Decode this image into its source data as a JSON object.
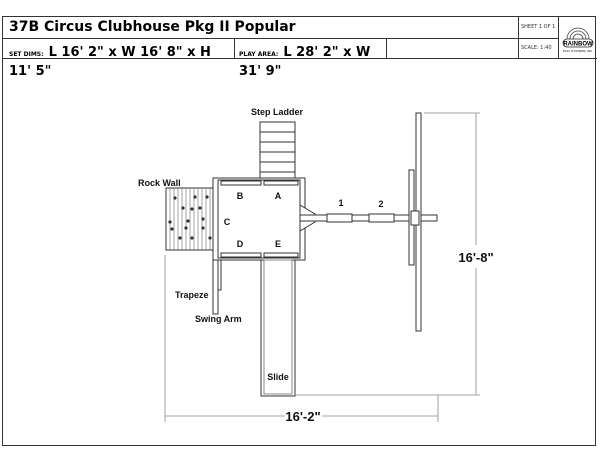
{
  "header": {
    "title": "37B Circus Clubhouse Pkg II Popular",
    "sheet": "SHEET 1 OF 1",
    "scale": "SCALE: 1:40",
    "set_dims_label": "SET DIMS:",
    "set_dims_value": "L 16' 2\" x W 16' 8\" x H 11' 5\"",
    "play_area_label": "PLAY AREA:",
    "play_area_value": "L 28' 2\" x W 31' 9\"",
    "logo": {
      "name": "RAINBOW",
      "sub": "PLAY SYSTEMS, INC."
    }
  },
  "drawing": {
    "labels": {
      "step_ladder": "Step Ladder",
      "rock_wall": "Rock Wall",
      "trapeze": "Trapeze",
      "swing_arm": "Swing Arm",
      "slide": "Slide",
      "a": "A",
      "b": "B",
      "c": "C",
      "d": "D",
      "e": "E",
      "one": "1",
      "two": "2"
    },
    "dimensions": {
      "width": "16'-2\"",
      "depth": "16'-8\""
    }
  }
}
